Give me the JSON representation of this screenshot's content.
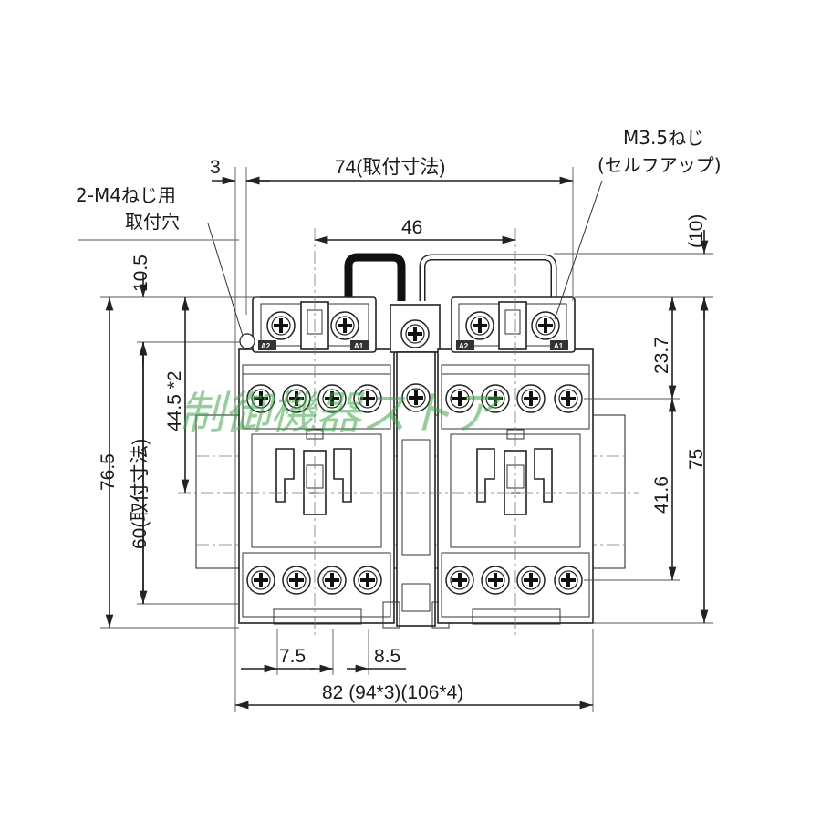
{
  "dimensions": {
    "top_3": "3",
    "mount_width": "74(取付寸法)",
    "pitch_46": "46",
    "terminal_pitch_a": "7.5",
    "terminal_pitch_b": "8.5",
    "overall_width": "82 (94*3)(106*4)",
    "height_10_5": "10.5",
    "height_44_5": "44.5 *2",
    "height_76_5": "76.5",
    "mount_height": "60(取付寸法)",
    "right_10": "(10)",
    "right_23_7": "23.7",
    "right_41_6": "41.6",
    "right_75": "75"
  },
  "notes": {
    "mount_hole_line1": "2-M4ねじ用",
    "mount_hole_line2": "取付穴",
    "screw_line1": "M3.5ねじ",
    "screw_line2": "(セルフアップ)"
  },
  "terminal_marks": {
    "a2": "A2",
    "a1": "A1"
  },
  "watermark": "制御機器ストア"
}
